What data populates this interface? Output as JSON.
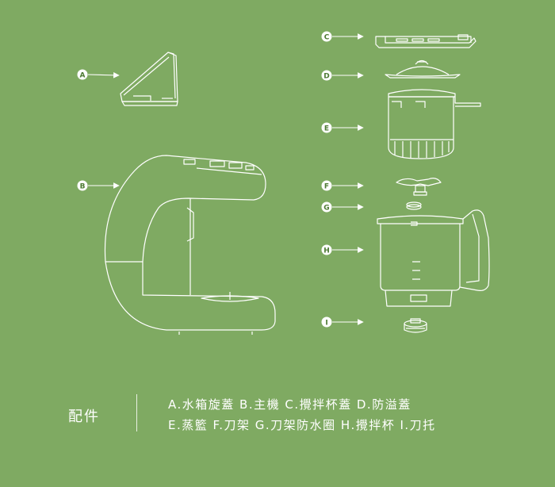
{
  "callouts": [
    {
      "letter": "A"
    },
    {
      "letter": "B"
    },
    {
      "letter": "C"
    },
    {
      "letter": "D"
    },
    {
      "letter": "E"
    },
    {
      "letter": "F"
    },
    {
      "letter": "G"
    },
    {
      "letter": "H"
    },
    {
      "letter": "I"
    }
  ],
  "legend": {
    "title": "配件",
    "line1": "A.水箱旋蓋 B.主機 C.攪拌杯蓋 D.防溢蓋",
    "line2": "E.蒸籃 F.刀架 G.刀架防水圈 H.攪拌杯 I.刀托"
  },
  "colors": {
    "background": "#7faa62",
    "line": "#ffffff",
    "callout_text": "#4d7a33"
  }
}
